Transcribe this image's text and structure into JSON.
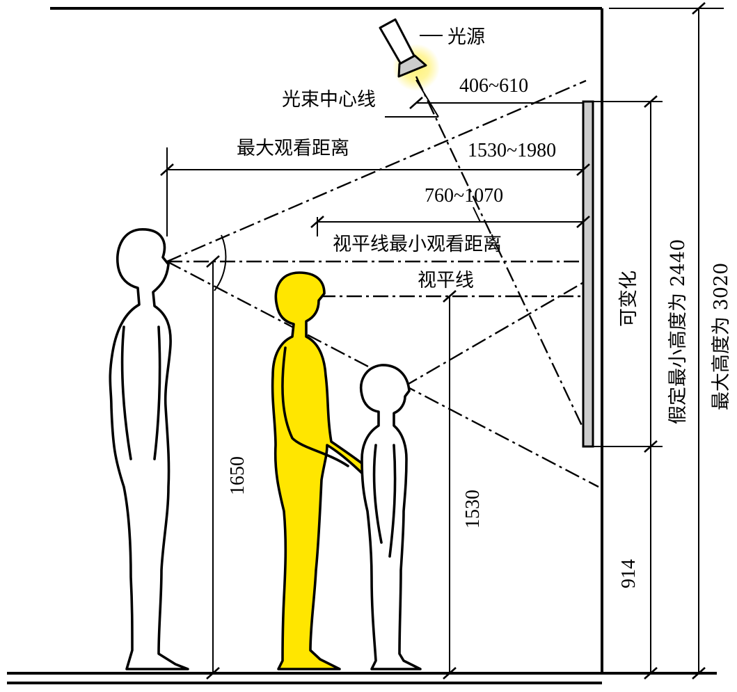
{
  "labels": {
    "light_source": "光源",
    "beam_center_line": "光束中心线",
    "max_viewing_distance": "最大观看距离",
    "min_viewing_distance": "视平线最小观看距离",
    "eye_level": "视平线",
    "variable": "可变化",
    "assumed_min_height": "假定最小高度为 2440",
    "max_height": "最大高度为 3020"
  },
  "dimensions": {
    "light_offset": "406~610",
    "max_distance": "1530~1980",
    "min_distance": "760~1070",
    "adult_eye_height": "1650",
    "eye_level_height": "1530",
    "bottom_height": "914"
  },
  "colors": {
    "highlight_figure": "#FFE600",
    "panel": "#CCCCCC",
    "glow": "#FFF27A"
  }
}
